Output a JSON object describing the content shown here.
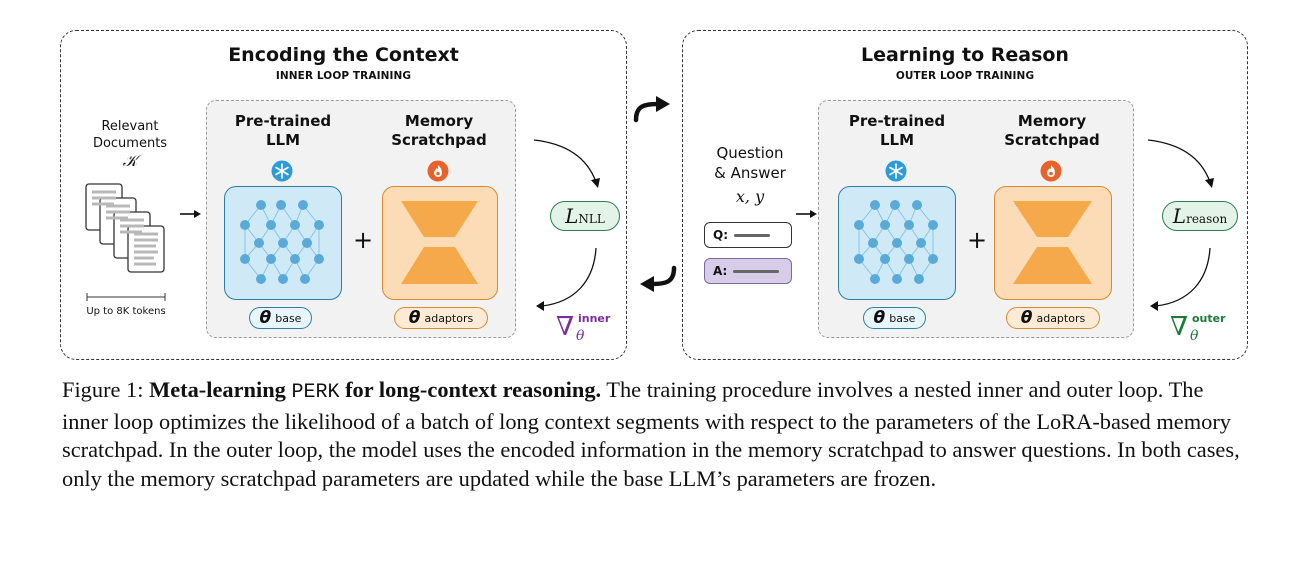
{
  "left_panel": {
    "title": "Encoding the Context",
    "subtitle": "INNER LOOP TRAINING",
    "documents_label_line1": "Relevant",
    "documents_label_line2": "Documents",
    "documents_symbol": "𝒦",
    "tokens_label": "Up to 8K tokens",
    "llm_label_line1": "Pre-trained",
    "llm_label_line2": "LLM",
    "memory_label_line1": "Memory",
    "memory_label_line2": "Scratchpad",
    "plus": "+",
    "theta": "θ",
    "theta_base_sub": "base",
    "theta_adaptors_sub": "adaptors",
    "loss_letter": "L",
    "loss_sub": "NLL",
    "grad_sup": "inner",
    "grad_sub": "θ",
    "nabla": "∇"
  },
  "right_panel": {
    "title": "Learning to Reason",
    "subtitle": "OUTER LOOP TRAINING",
    "qa_label_line1": "Question",
    "qa_label_line2": "& Answer",
    "qa_symbol": "x, y",
    "q_tag": "Q:",
    "a_tag": "A:",
    "llm_label_line1": "Pre-trained",
    "llm_label_line2": "LLM",
    "memory_label_line1": "Memory",
    "memory_label_line2": "Scratchpad",
    "plus": "+",
    "theta": "θ",
    "theta_base_sub": "base",
    "theta_adaptors_sub": "adaptors",
    "loss_letter": "L",
    "loss_sub": "reason",
    "grad_sup": "outer",
    "grad_sub": "θ",
    "nabla": "∇"
  },
  "caption": {
    "prefix": "Figure 1: ",
    "bold1": "Meta-learning ",
    "mono": "PERK",
    "bold2": " for long-context reasoning.",
    "body": " The training procedure involves a nested inner and outer loop. The inner loop optimizes the likelihood of a batch of long context segments with respect to the parameters of the LoRA-based memory scratchpad. In the outer loop, the model uses the encoded information in the memory scratchpad to answer questions. In both cases, only the memory scratchpad parameters are updated while the base LLM’s parameters are frozen."
  },
  "colors": {
    "llm_fill": "#cfeaf6",
    "llm_node": "#5aaad8",
    "memory_fill": "#fcdcb6",
    "memory_shape": "#f5a94a",
    "snowflake_badge": "#2d9bd8",
    "fire_badge": "#e8632b",
    "loss_green": "#2f7d4f",
    "inner_grad_purple": "#7b2d9e",
    "outer_grad_green": "#1d7a3a",
    "answer_purple": "#d8cde8"
  }
}
